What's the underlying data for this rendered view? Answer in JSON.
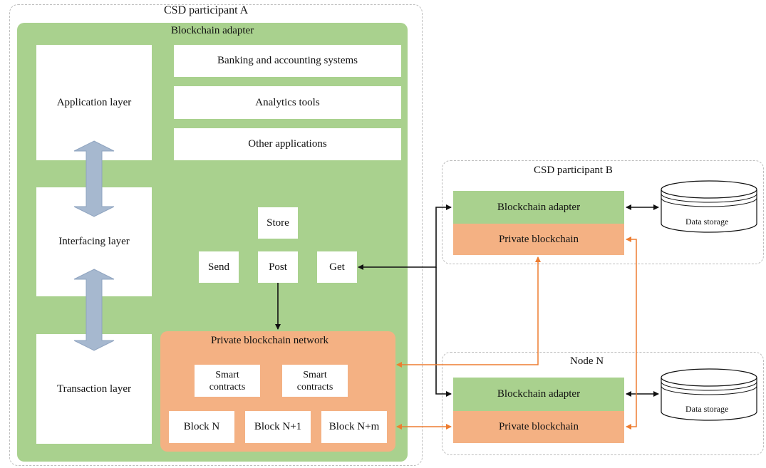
{
  "participant_a": {
    "title": "CSD participant A",
    "adapter_title": "Blockchain adapter",
    "layers": {
      "application": "Application layer",
      "interfacing": "Interfacing layer",
      "transaction": "Transaction layer"
    },
    "apps": [
      "Banking and accounting systems",
      "Analytics tools",
      "Other applications"
    ],
    "ops": {
      "store": "Store",
      "send": "Send",
      "post": "Post",
      "get": "Get"
    },
    "network": {
      "title": "Private blockchain network",
      "contracts": [
        "Smart\ncontracts",
        "Smart\ncontracts"
      ],
      "blocks": [
        "Block N",
        "Block N+1",
        "Block N+m"
      ]
    }
  },
  "participant_b": {
    "title": "CSD participant B",
    "adapter": "Blockchain adapter",
    "blockchain": "Private blockchain",
    "storage": "Data storage"
  },
  "node_n": {
    "title": "Node N",
    "adapter": "Blockchain adapter",
    "blockchain": "Private blockchain",
    "storage": "Data storage"
  },
  "colors": {
    "green": "#a9d18e",
    "orange": "#f4b183",
    "orange_arrow": "#ed7d31",
    "arrow_blue": "#a6b8cf"
  }
}
